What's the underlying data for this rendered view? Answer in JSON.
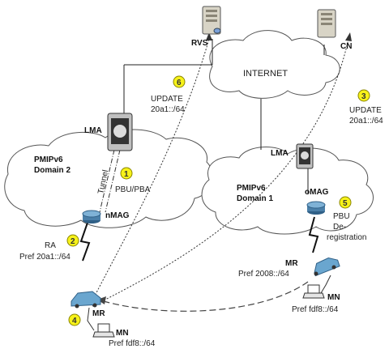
{
  "nodes": {
    "rvs": "RVS",
    "cn": "CN",
    "internet": "INTERNET",
    "lma_left": "LMA",
    "lma_right": "LMA",
    "domain2_line1": "PMIPv6",
    "domain2_line2": "Domain 2",
    "domain1_line1": "PMIPv6",
    "domain1_line2": "Domain 1",
    "nmag": "nMAG",
    "omag": "oMAG",
    "mr_old": "MR",
    "mr_new": "MR",
    "mn_old": "MN",
    "mn_new": "MN",
    "tunnel": "Tunnel"
  },
  "annotations": {
    "pref_2008": "Pref 2008::/64",
    "pref_fdf8_old": "Pref fdf8::/64",
    "pref_fdf8_new": "Pref fdf8::/64"
  },
  "steps": [
    {
      "num": "1",
      "lines": [
        "PBU/PBA"
      ]
    },
    {
      "num": "2",
      "lines": [
        "RA",
        "Pref 20a1::/64"
      ]
    },
    {
      "num": "3",
      "lines": [
        "UPDATE",
        "20a1::/64"
      ]
    },
    {
      "num": "4",
      "lines": []
    },
    {
      "num": "5",
      "lines": [
        "PBU",
        "De-",
        "registration"
      ]
    },
    {
      "num": "6",
      "lines": [
        "UPDATE",
        "20a1::/64"
      ]
    }
  ],
  "colors": {
    "step_badge": "#f7f21a",
    "cloud_stroke": "#555555",
    "router": "#4a7fa8",
    "car": "#6aa6cf"
  }
}
